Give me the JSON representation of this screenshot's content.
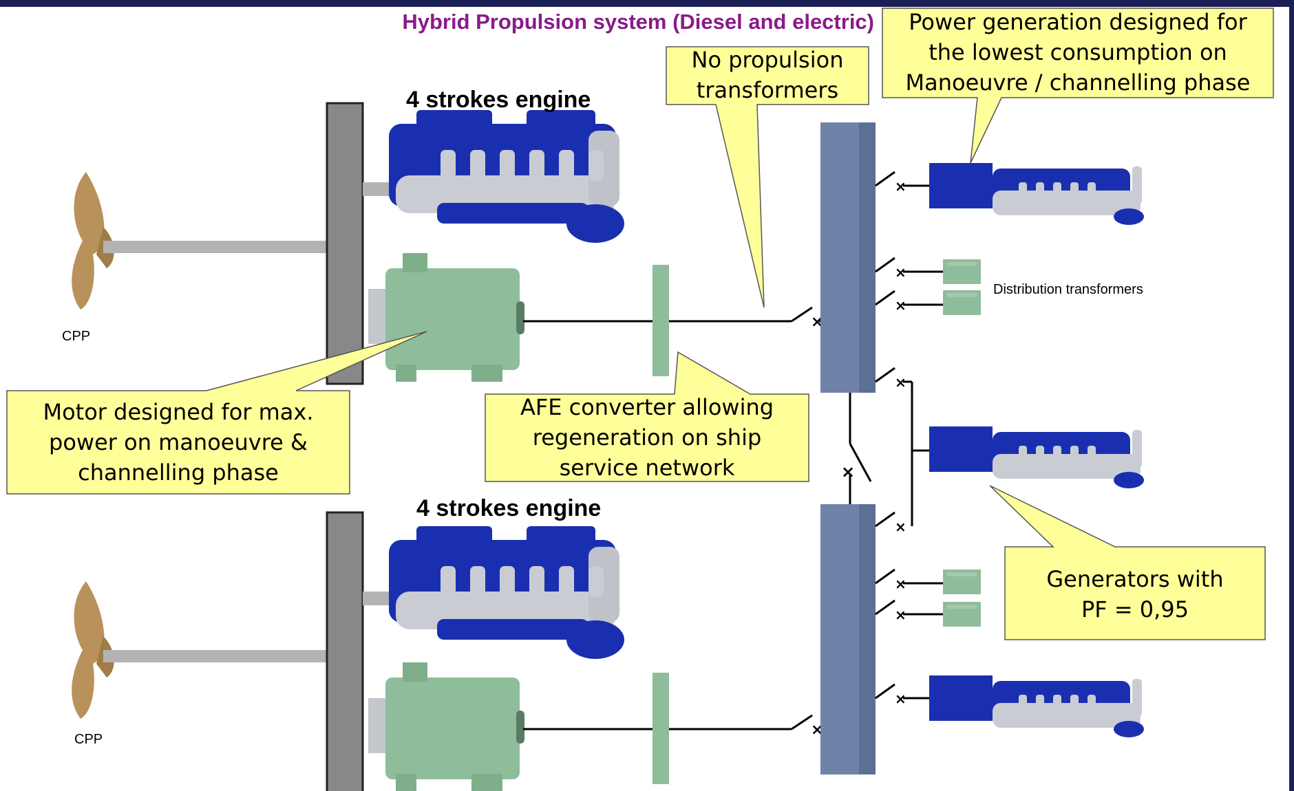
{
  "title": "Hybrid Propulsion system (Diesel and electric)",
  "labels": {
    "engine_top": "4 strokes engine",
    "engine_bottom": "4 strokes engine",
    "cpp_top": "CPP",
    "cpp_bottom": "CPP",
    "distribution": "Distribution transformers"
  },
  "callouts": {
    "power_generation": [
      "Power generation designed for",
      "the lowest consumption on",
      "Manoeuvre / channelling phase"
    ],
    "no_transformers": [
      "No propulsion",
      "transformers"
    ],
    "motor": [
      "Motor designed for max.",
      "power on manoeuvre &",
      "channelling phase"
    ],
    "afe": [
      "AFE converter allowing",
      "regeneration on ship",
      "service network"
    ],
    "generators": [
      "Generators with",
      "PF = 0,95"
    ]
  },
  "colors": {
    "frame": "#1b1f55",
    "title": "#8a1a8a",
    "callout_fill": "#ffff99",
    "engine_blue": "#1a2fb0",
    "motor_green": "#8fbc9a",
    "switchboard": "#6f82a8",
    "propeller": "#b8925a",
    "gearbox": "#8a8a8a"
  }
}
